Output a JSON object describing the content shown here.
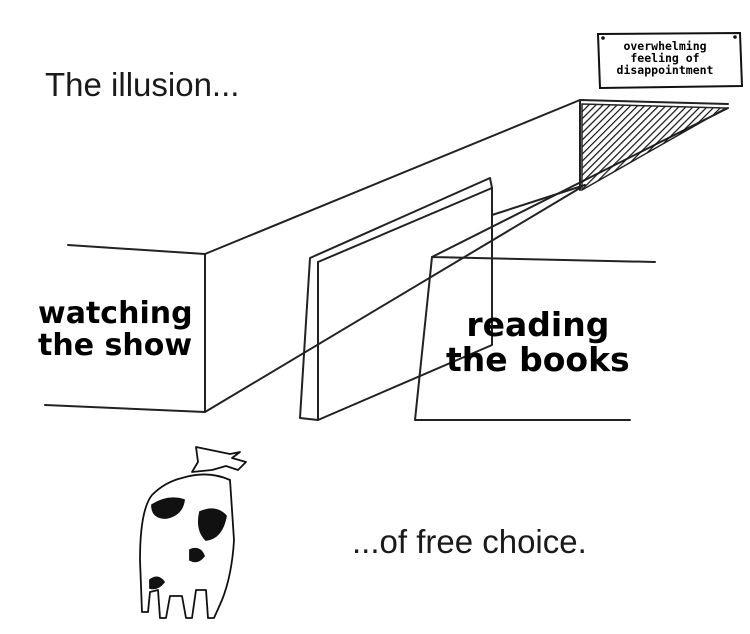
{
  "captions": {
    "top": "The illusion...",
    "bottom": "...of free choice."
  },
  "labels": {
    "left_path": [
      "watching",
      "the show"
    ],
    "right_path": [
      "reading",
      "the books"
    ]
  },
  "sign": {
    "text": "overwhelming feeling of disappointment"
  }
}
